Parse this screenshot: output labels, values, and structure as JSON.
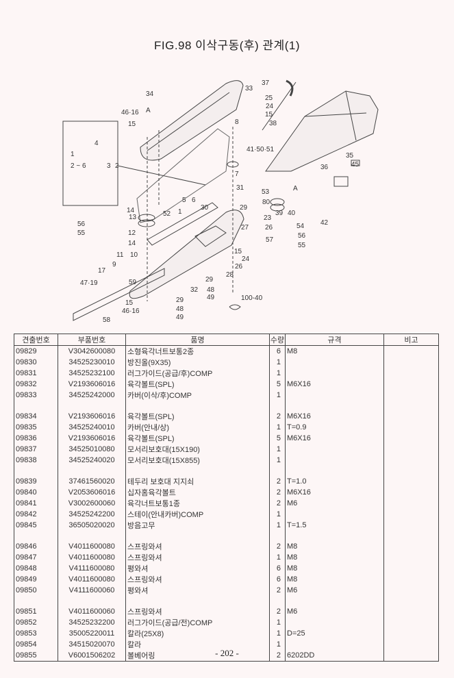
{
  "title": "FIG.98 이삭구동(후) 관계(1)",
  "diagram": {
    "callouts": [
      "34",
      "33",
      "37",
      "25",
      "24",
      "15",
      "46·16",
      "15",
      "8",
      "38",
      "41·50·51",
      "35",
      "36",
      "45",
      "1",
      "2 ~ 6",
      "3",
      "2",
      "7",
      "31",
      "5",
      "6",
      "1",
      "30",
      "52",
      "29",
      "53",
      "80",
      "39",
      "40",
      "42",
      "14",
      "13",
      "56",
      "55",
      "12",
      "14",
      "27",
      "23",
      "26",
      "57",
      "54",
      "56",
      "55",
      "11",
      "10",
      "15",
      "24",
      "26",
      "9",
      "17",
      "47·19",
      "59",
      "28",
      "29",
      "32",
      "48",
      "49",
      "100-40",
      "29",
      "48",
      "49",
      "15",
      "46·16",
      "58",
      "4",
      "A",
      "A"
    ]
  },
  "table": {
    "headers": [
      "견출번호",
      "부품번호",
      "품명",
      "수량",
      "규격",
      "비고"
    ],
    "groups": [
      [
        [
          "09829",
          "V3042600080",
          "소형육각너트보통2종",
          "6",
          "M8",
          ""
        ],
        [
          "09830",
          "34525230010",
          "방진올(9X35)",
          "1",
          "",
          ""
        ],
        [
          "09831",
          "34525232100",
          "러그가이드(공급/후)COMP",
          "1",
          "",
          ""
        ],
        [
          "09832",
          "V2193606016",
          "육각볼트(SPL)",
          "5",
          "M6X16",
          ""
        ],
        [
          "09833",
          "34525242000",
          "카버(이삭/후)COMP",
          "1",
          "",
          ""
        ]
      ],
      [
        [
          "09834",
          "V2193606016",
          "육각볼트(SPL)",
          "2",
          "M6X16",
          ""
        ],
        [
          "09835",
          "34525240010",
          "카버(안내/상)",
          "1",
          "T=0.9",
          ""
        ],
        [
          "09836",
          "V2193606016",
          "육각볼트(SPL)",
          "5",
          "M6X16",
          ""
        ],
        [
          "09837",
          "34525010080",
          "모서리보호대(15X190)",
          "1",
          "",
          ""
        ],
        [
          "09838",
          "34525240020",
          "모서리보호대(15X855)",
          "1",
          "",
          ""
        ]
      ],
      [
        [
          "09839",
          "37461560020",
          "테두리 보호대 지지쇠",
          "2",
          "T=1.0",
          ""
        ],
        [
          "09840",
          "V2053606016",
          "십자홈육각볼트",
          "2",
          "M6X16",
          ""
        ],
        [
          "09841",
          "V3002600060",
          "육각너트보통1종",
          "2",
          "M6",
          ""
        ],
        [
          "09842",
          "34525242200",
          "스테이(안내카버)COMP",
          "1",
          "",
          ""
        ],
        [
          "09845",
          "36505020020",
          "방음고무",
          "1",
          "T=1.5",
          ""
        ]
      ],
      [
        [
          "09846",
          "V4011600080",
          "스프링와셔",
          "2",
          "M8",
          ""
        ],
        [
          "09847",
          "V4011600080",
          "스프링와셔",
          "1",
          "M8",
          ""
        ],
        [
          "09848",
          "V4111600080",
          "평와셔",
          "6",
          "M8",
          ""
        ],
        [
          "09849",
          "V4011600080",
          "스프링와셔",
          "6",
          "M8",
          ""
        ],
        [
          "09850",
          "V4111600060",
          "평와셔",
          "2",
          "M6",
          ""
        ]
      ],
      [
        [
          "09851",
          "V4011600060",
          "스프링와셔",
          "2",
          "M6",
          ""
        ],
        [
          "09852",
          "34525232200",
          "러그가이드(공급/전)COMP",
          "1",
          "",
          ""
        ],
        [
          "09853",
          "35005220011",
          "칼라(25X8)",
          "1",
          "D=25",
          ""
        ],
        [
          "09854",
          "34515020070",
          "칼라",
          "1",
          "",
          ""
        ],
        [
          "09855",
          "V6001506202",
          "볼베어링",
          "2",
          "6202DD",
          ""
        ]
      ]
    ]
  },
  "footer": "- 202 -"
}
